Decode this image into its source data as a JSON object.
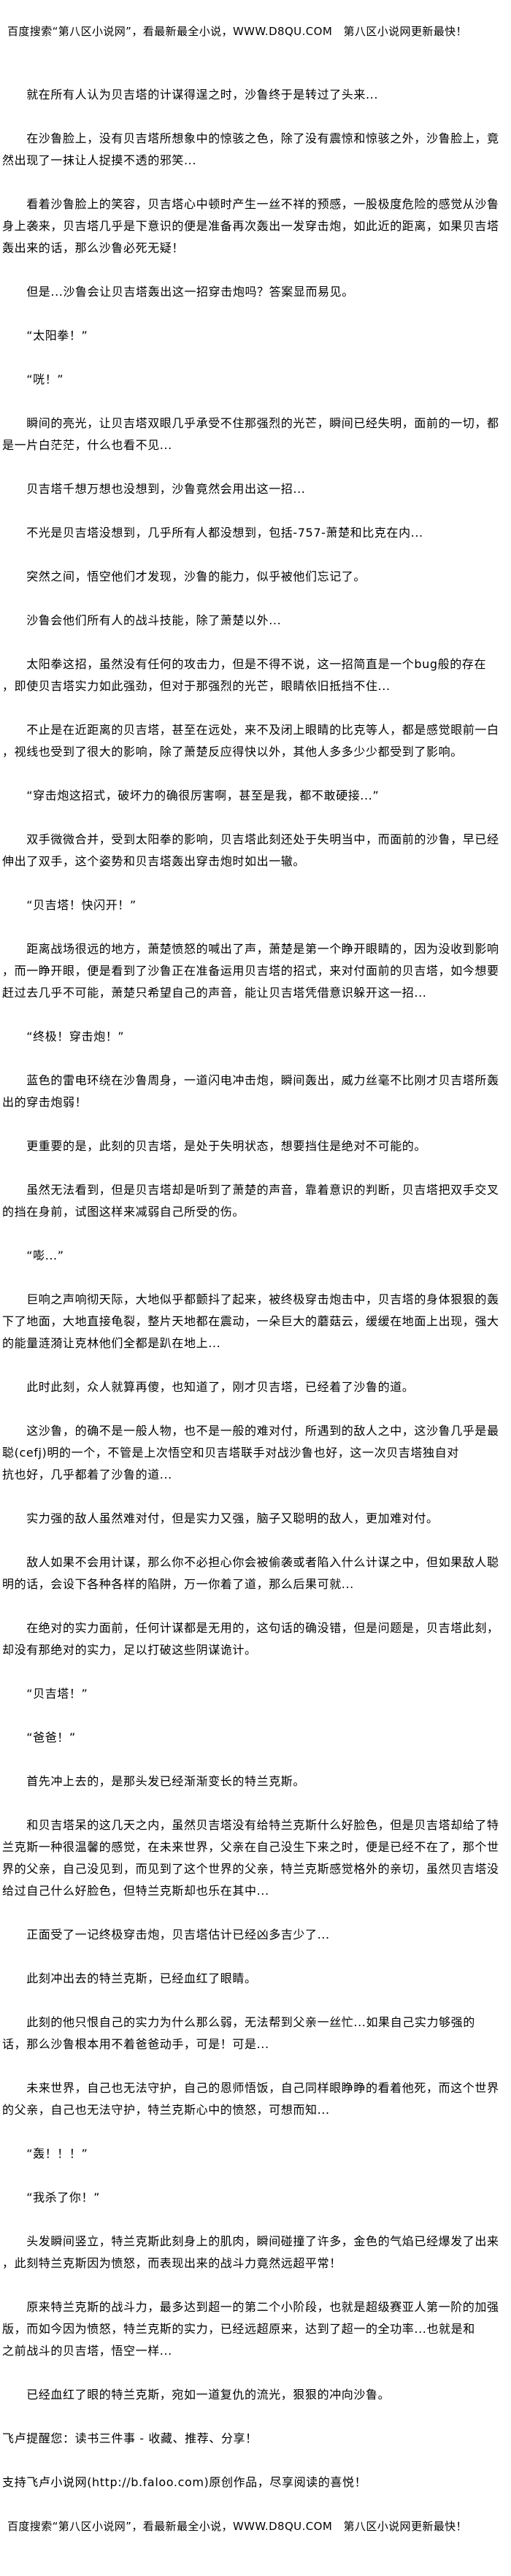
{
  "banner": "百度搜索“第八区小说网”，看最新最全小说，WWW.D8QU.COM　第八区小说网更新最快！",
  "paragraphs": [
    [
      "　　就在所有人认为贝吉塔的计谋得逞之时，沙鲁终于是转过了头来..."
    ],
    [
      "　　在沙鲁脸上，没有贝吉塔所想象中的惊骇之色，除了没有震惊和惊骇之外，沙鲁脸上，竟",
      "然出现了一抹让人捉摸不透的邪笑..."
    ],
    [
      "　　看着沙鲁脸上的笑容，贝吉塔心中顿时产生一丝不祥的预感，一股极度危险的感觉从沙鲁",
      "身上袭来，贝吉塔几乎是下意识的便是准备再次轰出一发穿击炮，如此近的距离，如果贝吉塔",
      "轰出来的话，那么沙鲁必死无疑！"
    ],
    [
      "　　但是...沙鲁会让贝吉塔轰出这一招穿击炮吗？答案显而易见。"
    ],
    [
      "　　“太阳拳！”"
    ],
    [
      "　　“咣！”"
    ],
    [
      "　　瞬间的亮光，让贝吉塔双眼几乎承受不住那强烈的光芒，瞬间已经失明，面前的一切，都",
      "是一片白茫茫，什么也看不见..."
    ],
    [
      "　　贝吉塔千想万想也没想到，沙鲁竟然会用出这一招..."
    ],
    [
      "　　不光是贝吉塔没想到，几乎所有人都没想到，包括-757-萧楚和比克在内..."
    ],
    [
      "　　突然之间，悟空他们才发现，沙鲁的能力，似乎被他们忘记了。"
    ],
    [
      "　　沙鲁会他们所有人的战斗技能，除了萧楚以外..."
    ],
    [
      "　　太阳拳这招，虽然没有任何的攻击力，但是不得不说，这一招简直是一个bug般的存在",
      "，即使贝吉塔实力如此强劲，但对于那强烈的光芒，眼睛依旧抵挡不住..."
    ],
    [
      "　　不止是在近距离的贝吉塔，甚至在远处，来不及闭上眼睛的比克等人，都是感觉眼前一白",
      "，视线也受到了很大的影响，除了萧楚反应得快以外，其他人多多少少都受到了影响。"
    ],
    [
      "　　“穿击炮这招式，破坏力的确很厉害啊，甚至是我，都不敢硬接...”"
    ],
    [
      "　　双手微微合并，受到太阳拳的影响，贝吉塔此刻还处于失明当中，而面前的沙鲁，早已经",
      "伸出了双手，这个姿势和贝吉塔轰出穿击炮时如出一辙。"
    ],
    [
      "　　“贝吉塔！快闪开！”"
    ],
    [
      "　　距离战场很远的地方，萧楚愤怒的喊出了声，萧楚是第一个睁开眼睛的，因为没收到影响",
      "，而一睁开眼，便是看到了沙鲁正在准备运用贝吉塔的招式，来对付面前的贝吉塔，如今想要",
      "赶过去几乎不可能，萧楚只希望自己的声音，能让贝吉塔凭借意识躲开这一招..."
    ],
    [
      "　　“终极！穿击炮！”"
    ],
    [
      "　　蓝色的雷电环绕在沙鲁周身，一道闪电冲击炮，瞬间轰出，威力丝毫不比刚才贝吉塔所轰",
      "出的穿击炮弱！"
    ],
    [
      "　　更重要的是，此刻的贝吉塔，是处于失明状态，想要挡住是绝对不可能的。"
    ],
    [
      "　　虽然无法看到，但是贝吉塔却是听到了萧楚的声音，靠着意识的判断，贝吉塔把双手交叉",
      "的挡在身前，试图这样来减弱自己所受的伤。"
    ],
    [
      "　　“嘭...”"
    ],
    [
      "　　巨响之声响彻天际，大地似乎都颤抖了起来，被终极穿击炮击中，贝吉塔的身体狠狠的轰",
      "下了地面，大地直接龟裂，整片天地都在震动，一朵巨大的蘑菇云，缓缓在地面上出现，强大",
      "的能量涟漪让克林他们全都是趴在地上..."
    ],
    [
      "　　此时此刻，众人就算再傻，也知道了，刚才贝吉塔，已经着了沙鲁的道。"
    ],
    [
      "　　这沙鲁，的确不是一般人物，也不是一般的难对付，所遇到的敌人之中，这沙鲁几乎是最",
      "聪(cefj)明的一个，不管是上次悟空和贝吉塔联手对战沙鲁也好，这一次贝吉塔独自对",
      "抗也好，几乎都着了沙鲁的道..."
    ],
    [
      "　　实力强的敌人虽然难对付，但是实力又强，脑子又聪明的敌人，更加难对付。"
    ],
    [
      "　　敌人如果不会用计谋，那么你不必担心你会被偷袭或者陷入什么计谋之中，但如果敌人聪",
      "明的话，会设下各种各样的陷阱，万一你着了道，那么后果可就..."
    ],
    [
      "　　在绝对的实力面前，任何计谋都是无用的，这句话的确没错，但是问题是，贝吉塔此刻，",
      "却没有那绝对的实力，足以打破这些阴谋诡计。"
    ],
    [
      "　　“贝吉塔！”"
    ],
    [
      "　　“爸爸！”"
    ],
    [
      "　　首先冲上去的，是那头发已经渐渐变长的特兰克斯。"
    ],
    [
      "　　和贝吉塔呆的这几天之内，虽然贝吉塔没有给特兰克斯什么好脸色，但是贝吉塔却给了特",
      "兰克斯一种很温馨的感觉，在未来世界，父亲在自己没生下来之时，便是已经不在了，那个世",
      "界的父亲，自己没见到，而见到了这个世界的父亲，特兰克斯感觉格外的亲切，虽然贝吉塔没",
      "给过自己什么好脸色，但特兰克斯却也乐在其中..."
    ],
    [
      "　　正面受了一记终极穿击炮，贝吉塔估计已经凶多吉少了..."
    ],
    [
      "　　此刻冲出去的特兰克斯，已经血红了眼睛。"
    ],
    [
      "　　此刻的他只恨自己的实力为什么那么弱，无法帮到父亲一丝忙...如果自己实力够强的",
      "话，那么沙鲁根本用不着爸爸动手，可是！可是..."
    ],
    [
      "　　未来世界，自己也无法守护，自己的恩师悟饭，自己同样眼睁睁的看着他死，而这个世界",
      "的父亲，自己也无法守护，特兰克斯心中的愤怒，可想而知..."
    ],
    [
      "　　“轰！！！”"
    ],
    [
      "　　“我杀了你！”"
    ],
    [
      "　　头发瞬间竖立，特兰克斯此刻身上的肌肉，瞬间碰撞了许多，金色的气焰已经爆发了出来",
      "，此刻特兰克斯因为愤怒，而表现出来的战斗力竟然远超平常！"
    ],
    [
      "　　原来特兰克斯的战斗力，最多达到超一的第二个小阶段，也就是超级赛亚人第一阶的加强",
      "版，而如今因为愤怒，特兰克斯的实力，已经远超原来，达到了超一的全功率...也就是和",
      "之前战斗的贝吉塔，悟空一样..."
    ],
    [
      "　　已经血红了眼的特兰克斯，宛如一道复仇的流光，狠狠的冲向沙鲁。"
    ]
  ],
  "footer": {
    "reminder": "飞卢提醒您：读书三件事 - 收藏、推荐、分享！",
    "support": "支持飞卢小说网(http://b.faloo.com)原创作品，尽享阅读的喜悦！",
    "banner": "百度搜索“第八区小说网”，看最新最全小说，WWW.D8QU.COM　第八区小说网更新最快！"
  }
}
